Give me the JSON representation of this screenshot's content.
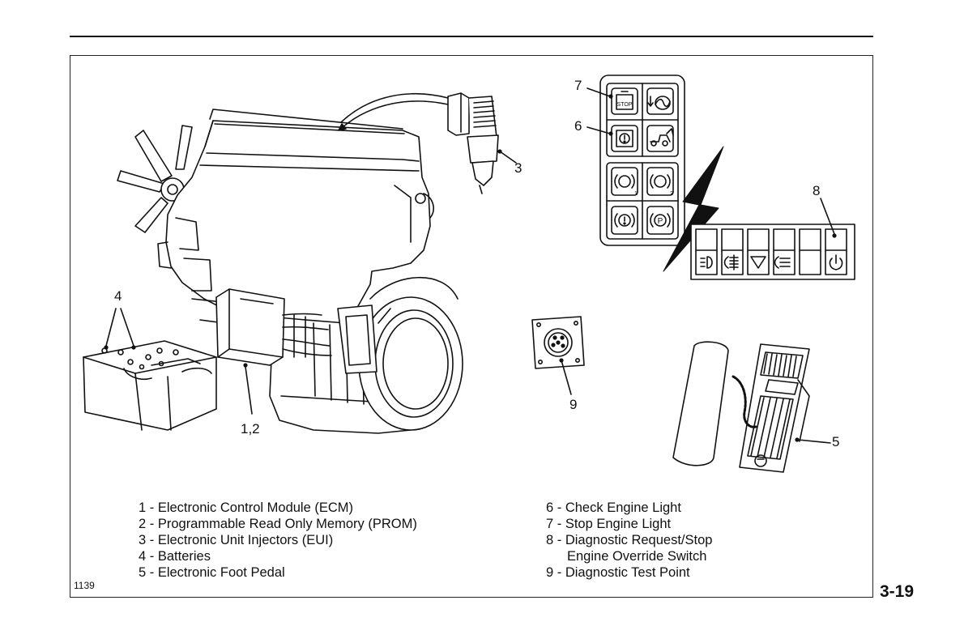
{
  "figure": {
    "number": "1139",
    "callouts": {
      "c1_2": "1,2",
      "c3": "3",
      "c4": "4",
      "c5": "5",
      "c6": "6",
      "c7": "7",
      "c8": "8",
      "c9": "9"
    },
    "panel_text": {
      "stop": "STOP",
      "sub1": "1",
      "sub2": "2",
      "park": "P"
    },
    "legend_left": [
      "1 - Electronic Control Module (ECM)",
      "2 - Programmable Read Only Memory (PROM)",
      "3 - Electronic Unit Injectors (EUI)",
      "4 - Batteries",
      "5 - Electronic Foot Pedal"
    ],
    "legend_right": [
      "6 - Check Engine Light",
      "7 - Stop Engine Light",
      "8 - Diagnostic Request/Stop",
      "Engine Override Switch",
      "9 - Diagnostic Test Point"
    ]
  },
  "page": {
    "number": "3-19"
  }
}
